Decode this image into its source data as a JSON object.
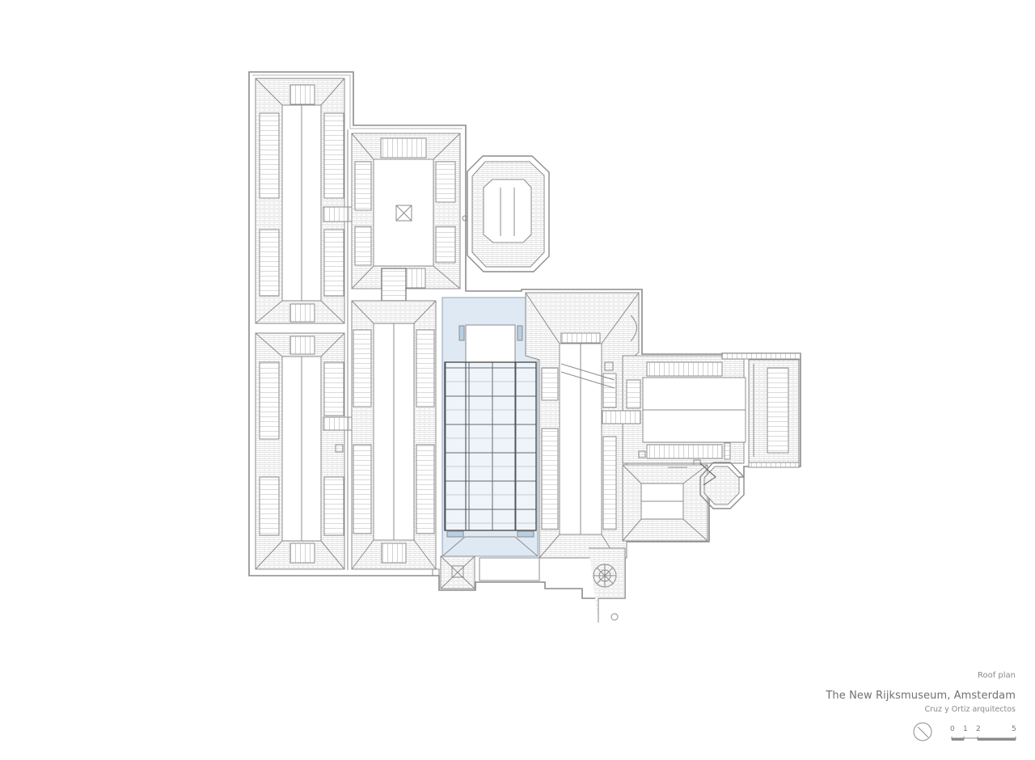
{
  "drawing": {
    "sheet_label": "Roof plan",
    "project_title": "The New Rijksmuseum, Amsterdam",
    "architect": "Cruz y Ortiz arquitectos",
    "north_arrow_icon": "north-arrow-icon",
    "scale_bar": {
      "labels": [
        "0",
        "1",
        "2",
        "5"
      ]
    },
    "colors": {
      "line": "#8c8c8c",
      "glass": "#dceaf5",
      "glass_line": "#7a9cc0"
    }
  }
}
